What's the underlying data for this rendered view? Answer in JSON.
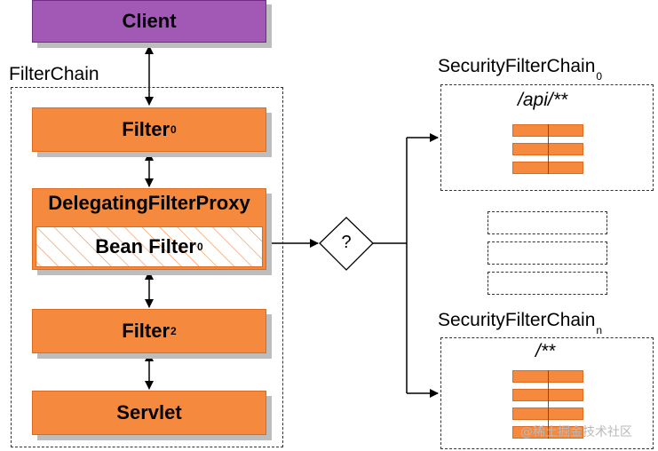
{
  "client": {
    "label": "Client"
  },
  "filter_chain": {
    "title": "FilterChain",
    "filter0": {
      "label": "Filter",
      "sub": "0"
    },
    "delegating": {
      "label": "DelegatingFilterProxy"
    },
    "bean_filter": {
      "label": "Bean Filter",
      "sub": "0"
    },
    "filter2": {
      "label": "Filter",
      "sub": "2"
    },
    "servlet": {
      "label": "Servlet"
    }
  },
  "decision": {
    "label": "?"
  },
  "security_chain_0": {
    "title": "SecurityFilterChain",
    "sub": "0",
    "pattern": "/api/**",
    "filter_count": 3
  },
  "security_chain_n": {
    "title": "SecurityFilterChain",
    "sub": "n",
    "pattern": "/**",
    "filter_count": 4
  },
  "ellipsis_chains_count": 3,
  "watermark": {
    "text": "@稀土掘金技术社区"
  },
  "colors": {
    "filter_fill": "#f58a3f",
    "client_fill": "#a259b5",
    "shadow": "#bdbdbd",
    "hatch": "#f58a3f"
  }
}
